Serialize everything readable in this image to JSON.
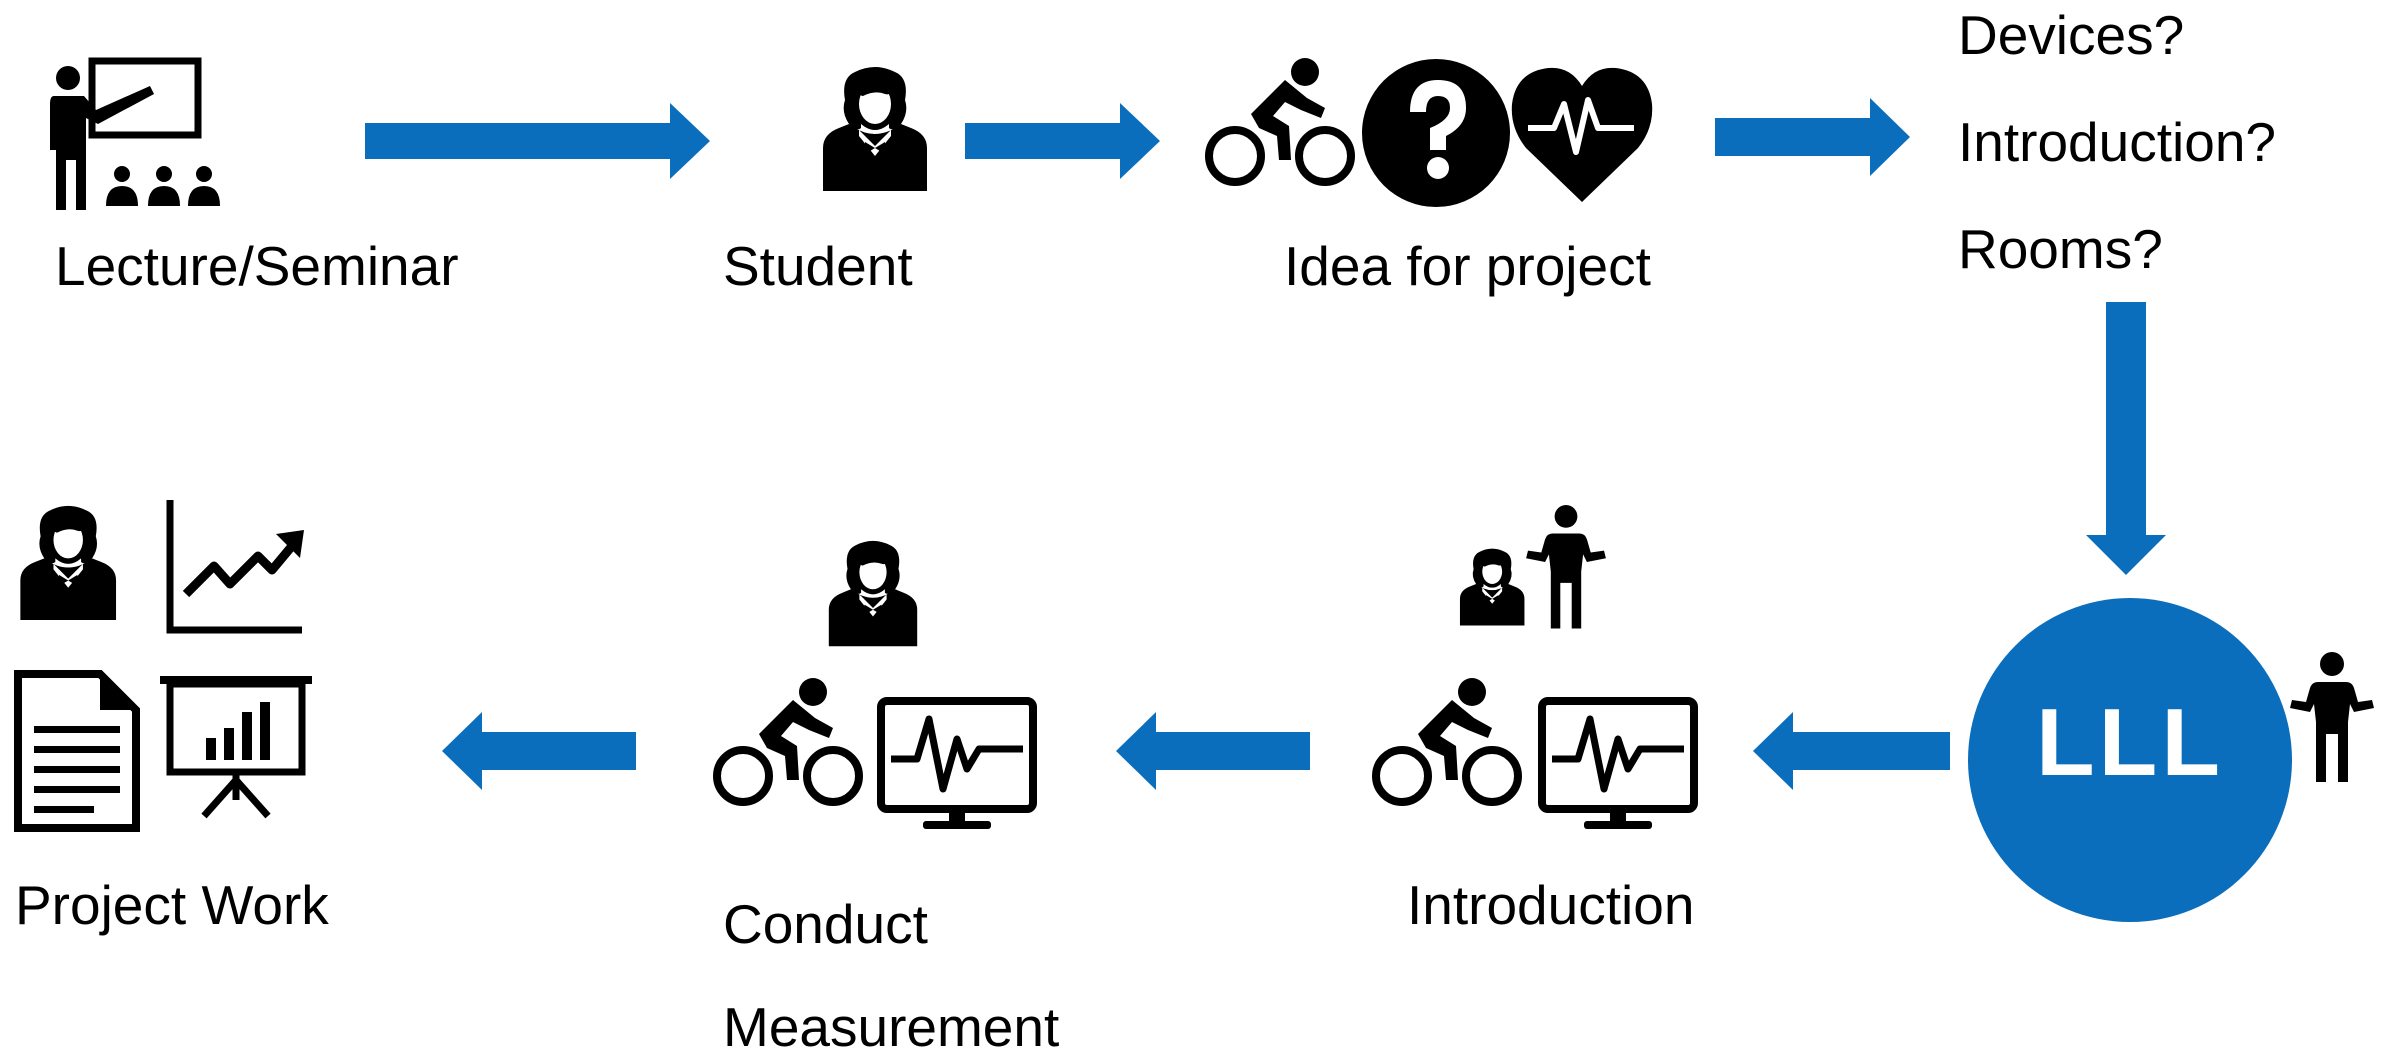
{
  "labels": {
    "lecture": "Lecture/Seminar",
    "student": "Student",
    "idea": "Idea for project",
    "q_devices": "Devices?",
    "q_introduction": "Introduction?",
    "q_rooms": "Rooms?",
    "lll": "LLL",
    "introduction": "Introduction",
    "conduct_line1": "Conduct",
    "conduct_line2": "Measurement",
    "project_work": "Project Work"
  },
  "colors": {
    "arrow": "#0A6EBD",
    "lll_circle": "#0A6EBD",
    "icon": "#000000",
    "text": "#000000"
  },
  "icons": [
    "presenter-icon",
    "student-icon",
    "cyclist-icon",
    "question-icon",
    "heart-pulse-icon",
    "advisor-icon",
    "monitor-ecg-icon",
    "trend-chart-icon",
    "document-icon",
    "presentation-board-icon"
  ]
}
